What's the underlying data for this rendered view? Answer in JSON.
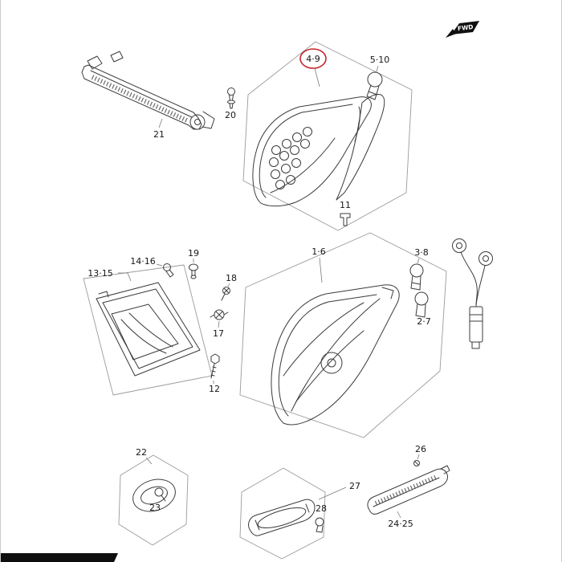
{
  "page": {
    "background": "#ffffff",
    "line_color": "#3b3b3b",
    "box_line_color": "#9b9b9b",
    "highlight_color": "#c5272d"
  },
  "badge": {
    "fwd": "FWD"
  },
  "parts": {
    "p21": "21",
    "p20": "20",
    "p4_9": "4·9",
    "p5_10": "5·10",
    "p11": "11",
    "p1_6": "1·6",
    "p3_8": "3·8",
    "p2_7": "2·7",
    "p13_15": "13·15",
    "p14_16": "14·16",
    "p19": "19",
    "p18": "18",
    "p17": "17",
    "p12": "12",
    "p22": "22",
    "p23": "23",
    "p27": "27",
    "p28": "28",
    "p24_25": "24·25",
    "p26": "26"
  }
}
